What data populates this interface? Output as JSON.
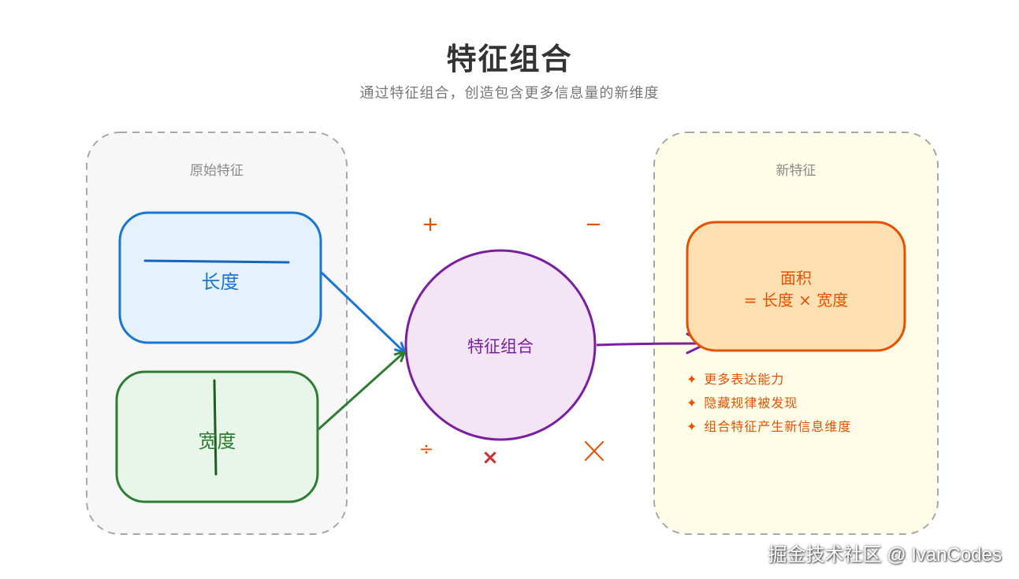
{
  "header": {
    "title": "特征组合",
    "subtitle": "通过特征组合，创造包含更多信息量的新维度"
  },
  "left_panel": {
    "title": "原始特征",
    "features": [
      {
        "label": "长度",
        "color": "#1976d2",
        "fill": "#e3f2fd"
      },
      {
        "label": "宽度",
        "color": "#2e7d32",
        "fill": "#e8f5e9"
      }
    ]
  },
  "center": {
    "label": "特征组合",
    "color": "#7b1fa2",
    "fill": "#f3e5f5",
    "operators": {
      "plus": "+",
      "minus": "−",
      "divide": "÷",
      "multiply_bold": "×",
      "multiply_thin": "×"
    }
  },
  "right_panel": {
    "title": "新特征",
    "result_line1": "面积",
    "result_line2": "= 长度 × 宽度",
    "color": "#e65100",
    "fill": "#ffe0b2",
    "bullet_icon": "✦",
    "bullets": [
      "更多表达能力",
      "隐藏规律被发现",
      "组合特征产生新信息维度"
    ]
  },
  "watermark": "掘金技术社区 @ IvanCodes"
}
